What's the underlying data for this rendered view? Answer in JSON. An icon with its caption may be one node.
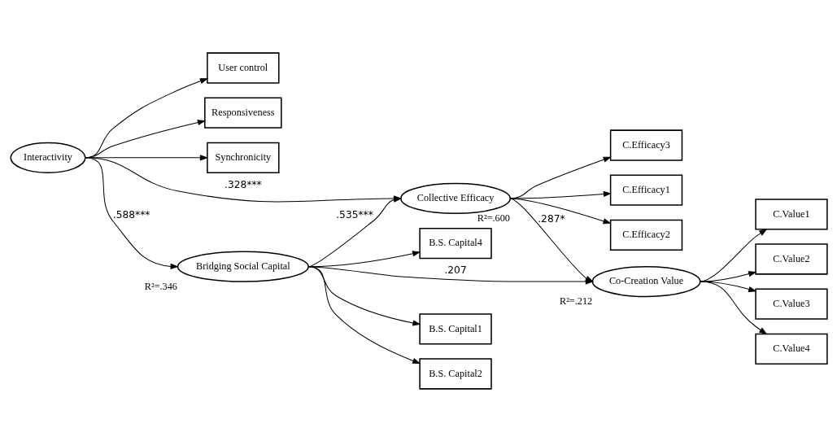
{
  "diagram": {
    "nodes": [
      {
        "text": [
          "Interactivity"
        ]
      },
      {
        "text": [
          "User control"
        ]
      },
      {
        "text": [
          "Responsiveness"
        ]
      },
      {
        "text": [
          "Synchronicity"
        ]
      },
      {
        "text": [
          "Bridging Social Capital"
        ],
        "beside": [
          "R²=.346"
        ]
      },
      {
        "text": [
          "B.S. Capital1"
        ]
      },
      {
        "text": [
          "B.S. Capital2"
        ]
      },
      {
        "text": [
          "B.S. Capital4"
        ]
      },
      {
        "text": [
          "Collective Efficacy"
        ],
        "beside": [
          "R²=.600"
        ]
      },
      {
        "text": [
          "C.Efficacy1"
        ]
      },
      {
        "text": [
          "C.Efficacy2"
        ]
      },
      {
        "text": [
          "C.Efficacy3"
        ]
      },
      {
        "text": [
          "Co-Creation Value"
        ],
        "beside": [
          "R²=.212"
        ]
      },
      {
        "text": [
          "C.Value1"
        ]
      },
      {
        "text": [
          "C.Value2"
        ]
      },
      {
        "text": [
          "C.Value3"
        ]
      },
      {
        "text": [
          "C.Value4"
        ]
      }
    ],
    "edges": [
      {
        "from": 0,
        "to": 1,
        "arrow": "to"
      },
      {
        "from": 0,
        "to": 2,
        "arrow": "to"
      },
      {
        "from": 0,
        "to": 3,
        "arrow": "to"
      },
      {
        "from": 0,
        "to": 8,
        "arrow": "to",
        "label": ".328***"
      },
      {
        "from": 0,
        "to": 4,
        "arrow": "to",
        "label": ".588***"
      },
      {
        "from": 4,
        "to": 8,
        "arrow": "to",
        "label": ".535***"
      },
      {
        "from": 4,
        "to": 12,
        "arrow": "to",
        "label": ".207"
      },
      {
        "from": 4,
        "to": 5,
        "arrow": "to"
      },
      {
        "from": 4,
        "to": 6,
        "arrow": "to"
      },
      {
        "from": 4,
        "to": 7,
        "arrow": "to"
      },
      {
        "from": 8,
        "to": 9,
        "arrow": "to"
      },
      {
        "from": 8,
        "to": 10,
        "arrow": "to"
      },
      {
        "from": 8,
        "to": 11,
        "arrow": "to"
      },
      {
        "from": 8,
        "to": 12,
        "arrow": "to",
        "label": ".287*"
      },
      {
        "from": 12,
        "to": 13,
        "arrow": "to"
      },
      {
        "from": 12,
        "to": 14,
        "arrow": "to"
      },
      {
        "from": 12,
        "to": 15,
        "arrow": "to"
      },
      {
        "from": 12,
        "to": 16,
        "arrow": "to"
      }
    ]
  }
}
